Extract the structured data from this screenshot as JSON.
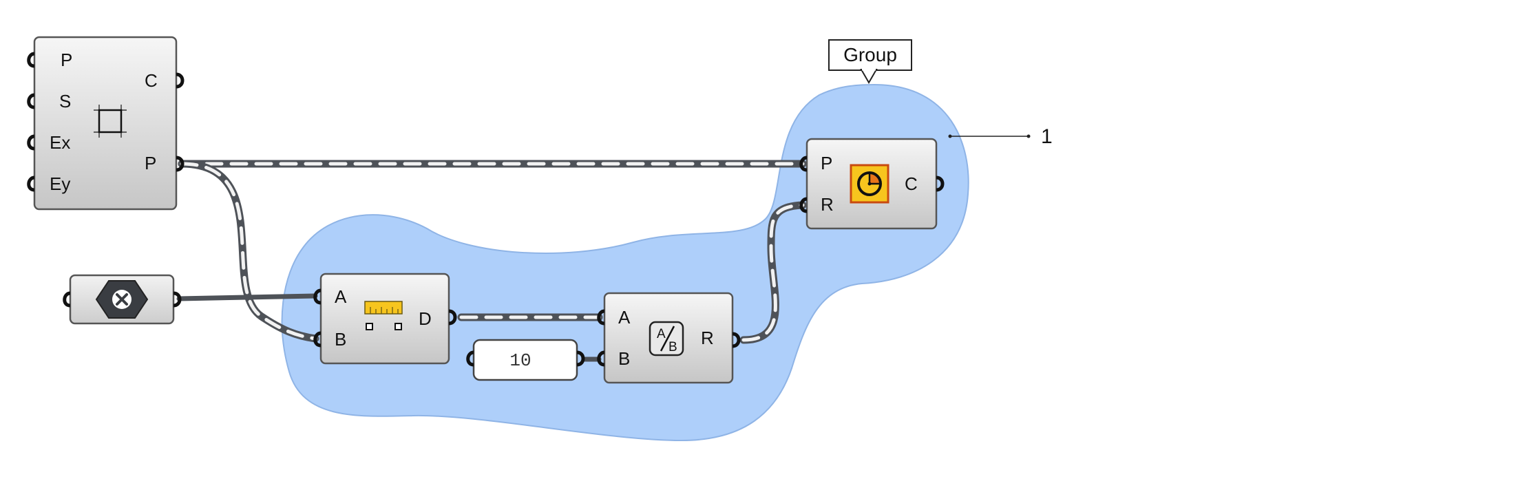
{
  "group": {
    "tag_label": "Group",
    "fill": "#aecffa",
    "stroke": "#8fb4e6"
  },
  "callout": {
    "label": "1"
  },
  "components": {
    "rectangle": {
      "icon": "rectangle-icon",
      "inputs": [
        "P",
        "S",
        "Ex",
        "Ey"
      ],
      "outputs": [
        "C",
        "P"
      ]
    },
    "unit_param": {
      "icon": "close-hexagon-icon"
    },
    "distance": {
      "icon": "ruler-icon",
      "inputs": [
        "A",
        "B"
      ],
      "outputs": [
        "D"
      ]
    },
    "number_panel": {
      "value": "10"
    },
    "division": {
      "icon": "divide-icon",
      "inputs": [
        "A",
        "B"
      ],
      "outputs": [
        "R"
      ]
    },
    "circle": {
      "icon": "circle-icon",
      "inputs": [
        "P",
        "R"
      ],
      "outputs": [
        "C"
      ]
    }
  },
  "colors": {
    "component_fill_top": "#f4f4f4",
    "component_fill_bottom": "#c9c9c9",
    "wire": "#4e5258",
    "icon_yellow": "#f7c51e",
    "icon_orange": "#e8751a"
  }
}
